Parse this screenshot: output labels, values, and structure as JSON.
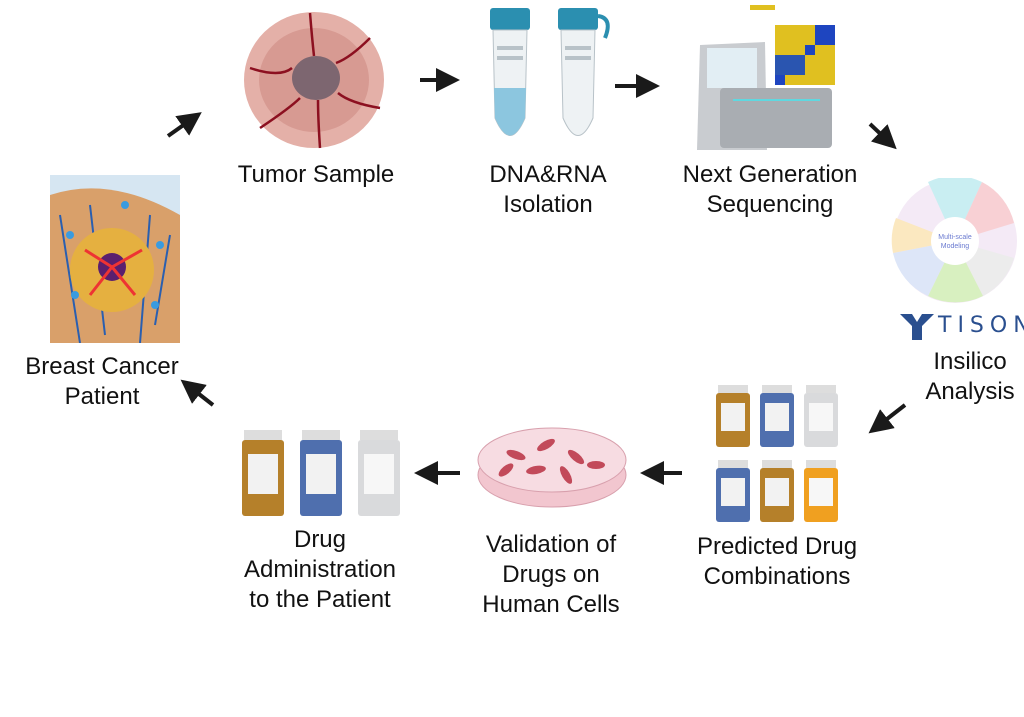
{
  "steps": {
    "tumor_sample": {
      "lines": [
        "Tumor Sample"
      ]
    },
    "isolation": {
      "lines": [
        "DNA&RNA",
        "Isolation"
      ]
    },
    "sequencing": {
      "lines": [
        "Next Generation",
        "Sequencing"
      ]
    },
    "insilico": {
      "lines": [
        "Insilico",
        "Analysis"
      ],
      "logo_text": "TISON",
      "wheel_center": "Multi-scale Modeling"
    },
    "predicted": {
      "lines": [
        "Predicted Drug",
        "Combinations"
      ]
    },
    "validation": {
      "lines": [
        "Validation of",
        "Drugs on",
        "Human Cells"
      ]
    },
    "administration": {
      "lines": [
        "Drug",
        "Administration",
        "to the Patient"
      ]
    },
    "patient": {
      "lines": [
        "Breast Cancer",
        "Patient"
      ]
    }
  },
  "colors": {
    "arrow": "#1a1a1a",
    "logo": "#2a4f8f",
    "amber": "#b5802a",
    "blue": "#4f6fae",
    "white_bottle": "#d9dadc",
    "orange": "#f0a020"
  }
}
